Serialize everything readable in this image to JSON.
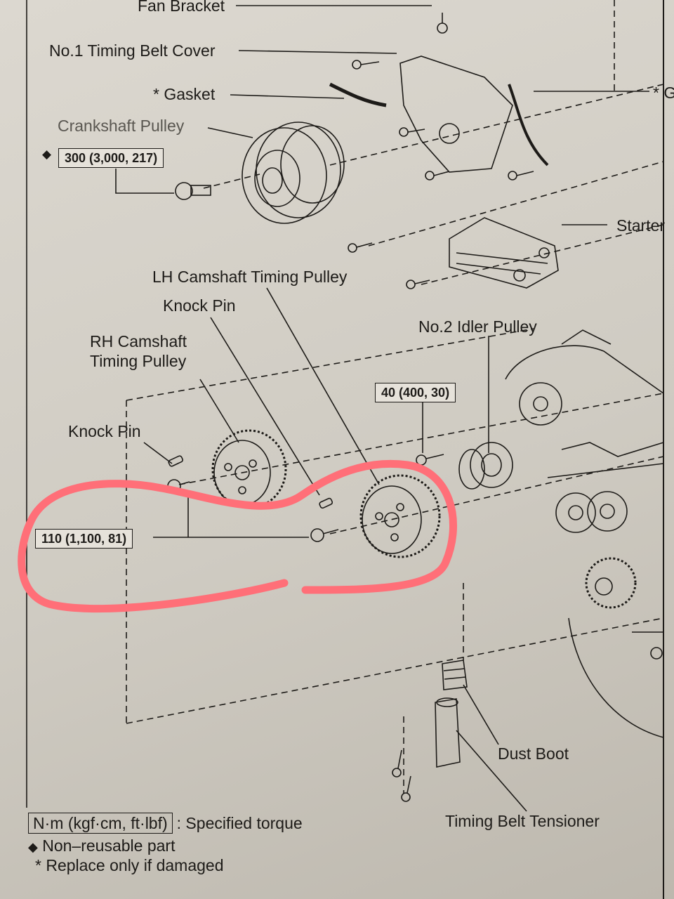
{
  "labels": {
    "fan_bracket": "Fan Bracket",
    "timing_belt_cover": "No.1 Timing Belt Cover",
    "gasket": "* Gasket",
    "gasket_right": "* G",
    "crankshaft_pulley": "Crankshaft Pulley",
    "starter": "Starter",
    "lh_cam_pulley": "LH Camshaft Timing Pulley",
    "knock_pin_upper": "Knock Pin",
    "rh_cam_pulley_line1": "RH Camshaft",
    "rh_cam_pulley_line2": "Timing Pulley",
    "knock_pin_left": "Knock Pin",
    "idler_pulley": "No.2 Idler Pulley",
    "dust_boot": "Dust Boot",
    "tensioner": "Timing Belt Tensioner"
  },
  "torques": {
    "crank_bolt": "300 (3,000, 217)",
    "idler_bolt": "40 (400, 30)",
    "cam_bolt": "110 (1,100, 81)"
  },
  "symbols": {
    "non_reusable": "◆"
  },
  "legend": {
    "torque_unit": "N·m (kgf·cm, ft·lbf)",
    "torque_desc": ": Specified torque",
    "non_reusable": "Non–reusable part",
    "replace_if_damaged": "* Replace only if damaged"
  },
  "colors": {
    "highlight": "#ff6f78",
    "ink": "#1d1b18",
    "paper": "#d6d2c9"
  }
}
